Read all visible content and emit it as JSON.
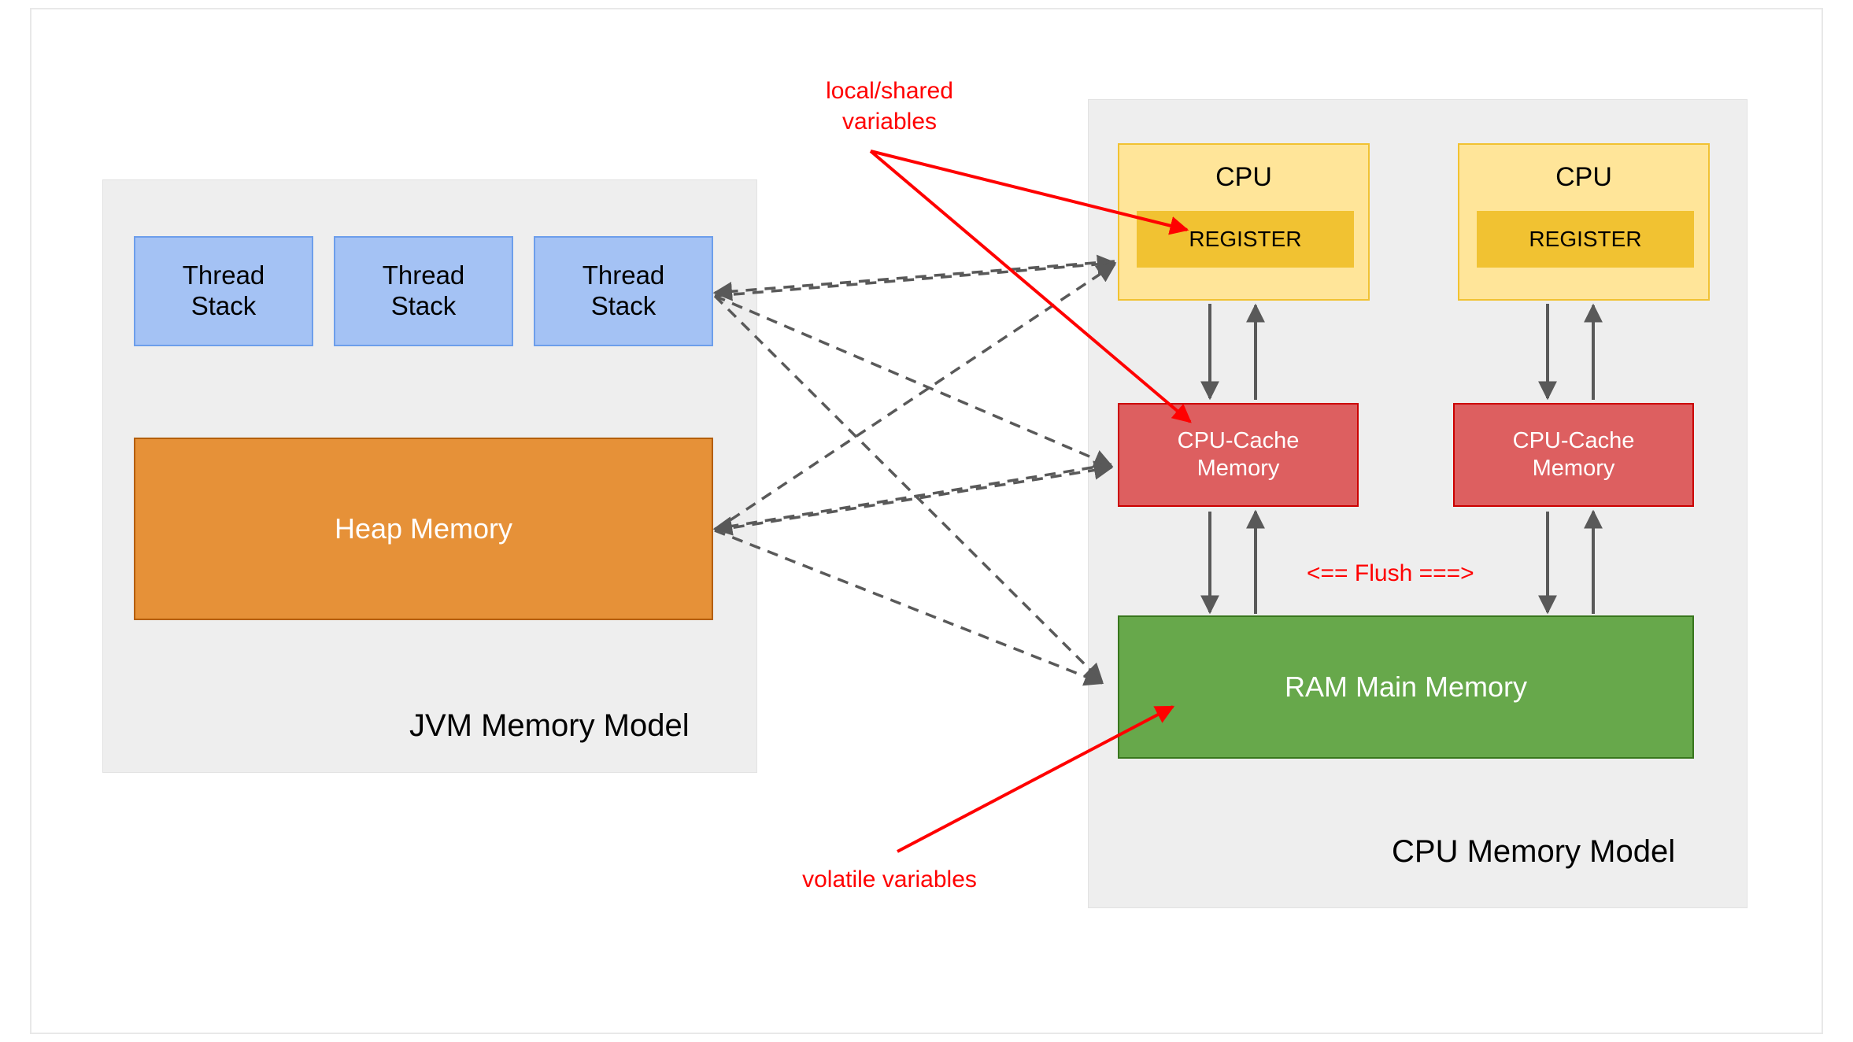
{
  "diagram": {
    "title": "JVM Memory Model and CPU Memory Model",
    "background_color": "#ffffff",
    "panel_color": "#eeeeee"
  },
  "jvm_panel": {
    "caption": "JVM Memory Model",
    "thread_stacks": [
      {
        "line1": "Thread",
        "line2": "Stack"
      },
      {
        "line1": "Thread",
        "line2": "Stack"
      },
      {
        "line1": "Thread",
        "line2": "Stack"
      }
    ],
    "heap": {
      "label": "Heap Memory",
      "color": "#e69138"
    },
    "thread_stack_color": "#a4c2f4"
  },
  "cpu_panel": {
    "caption": "CPU Memory Model",
    "cpus": [
      {
        "label": "CPU",
        "register_label": "REGISTER"
      },
      {
        "label": "CPU",
        "register_label": "REGISTER"
      }
    ],
    "caches": [
      {
        "line1": "CPU-Cache",
        "line2": "Memory"
      },
      {
        "line1": "CPU-Cache",
        "line2": "Memory"
      }
    ],
    "ram": {
      "label": "RAM Main Memory",
      "color": "#67a84b"
    },
    "cpu_color": "#ffe599",
    "register_color": "#f1c232",
    "cache_color": "#dd5f60"
  },
  "annotations": {
    "local_shared": "local/shared\nvariables",
    "volatile": "volatile variables",
    "flush": "<== Flush ===>",
    "accent_color": "#ff0000",
    "dashed_connector_color": "#595959"
  }
}
